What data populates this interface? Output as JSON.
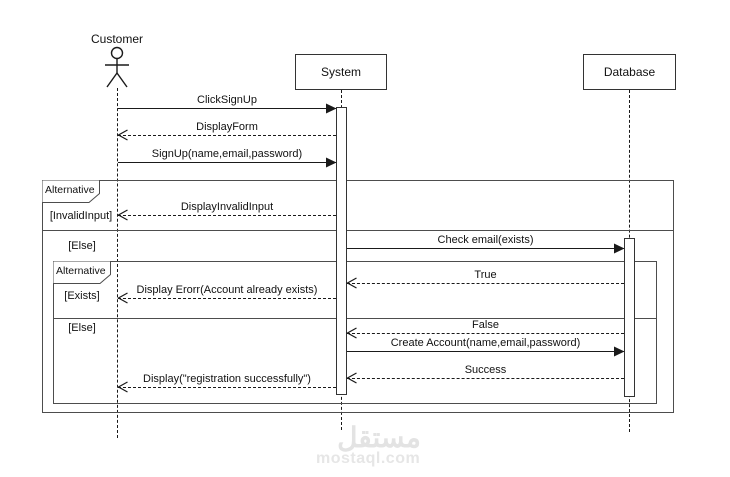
{
  "actors": {
    "customer": {
      "label": "Customer",
      "type": "actor"
    },
    "system": {
      "label": "System",
      "type": "participant"
    },
    "database": {
      "label": "Database",
      "type": "participant"
    }
  },
  "frames": {
    "outer": {
      "operator": "Alternative",
      "guard_top": "[InvalidInput]",
      "guard_bottom": "[Else]"
    },
    "inner": {
      "operator": "Alternative",
      "guard_top": "[Exists]",
      "guard_bottom": "[Else]"
    }
  },
  "messages": {
    "click_signup": {
      "label": "ClickSignUp",
      "from": "Customer",
      "to": "System",
      "style": "solid"
    },
    "display_form": {
      "label": "DisplayForm",
      "from": "System",
      "to": "Customer",
      "style": "dashed"
    },
    "signup": {
      "label": "SignUp(name,email,password)",
      "from": "Customer",
      "to": "System",
      "style": "solid"
    },
    "display_invalid": {
      "label": "DisplayInvalidInput",
      "from": "System",
      "to": "Customer",
      "style": "dashed"
    },
    "check_email": {
      "label": "Check email(exists)",
      "from": "System",
      "to": "Database",
      "style": "solid"
    },
    "true_reply": {
      "label": "True",
      "from": "Database",
      "to": "System",
      "style": "dashed"
    },
    "display_error": {
      "label": "Display Erorr(Account already exists)",
      "from": "System",
      "to": "Customer",
      "style": "dashed"
    },
    "false_reply": {
      "label": "False",
      "from": "Database",
      "to": "System",
      "style": "dashed"
    },
    "create_account": {
      "label": "Create Account(name,email,password)",
      "from": "System",
      "to": "Database",
      "style": "solid"
    },
    "success_reply": {
      "label": "Success",
      "from": "Database",
      "to": "System",
      "style": "dashed"
    },
    "display_success": {
      "label": "Display(\"registration successfully\")",
      "from": "System",
      "to": "Customer",
      "style": "dashed"
    }
  },
  "watermark": {
    "arabic": "مستقل",
    "latin": "mostaql.com"
  },
  "colors": {
    "background": "#ffffff",
    "shape_border": "#333333",
    "frame_border": "#4d4d4d",
    "message_line": "#1a1a1a",
    "watermark": "#e3e3e3"
  }
}
